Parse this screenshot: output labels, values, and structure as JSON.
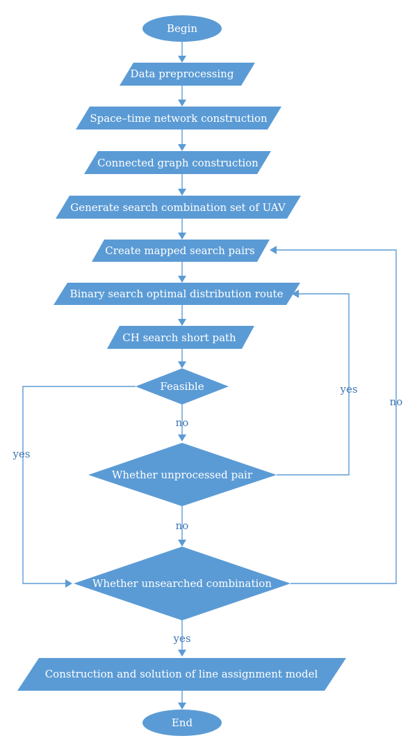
{
  "colors": {
    "shape_fill": "#5b9bd5",
    "shape_text": "#ffffff",
    "line": "#5b9bd5",
    "edge_label": "#3f76b0",
    "background": "#ffffff"
  },
  "nodes": {
    "begin": "Begin",
    "data_preprocessing": "Data preprocessing",
    "space_time_network": "Space–time network construction",
    "connected_graph": "Connected graph construction",
    "generate_search_combination": "Generate search combination set of UAV",
    "create_mapped_pairs": "Create mapped search pairs",
    "binary_search_route": "Binary search optimal distribution route",
    "ch_search_path": "CH search short path",
    "feasible": "Feasible",
    "whether_unprocessed_pair": "Whether unprocessed pair",
    "whether_unsearched_combination": "Whether unsearched combination",
    "construction_solution": "Construction and solution of line assignment model",
    "end": "End"
  },
  "edges": {
    "feasible_no": "no",
    "feasible_yes": "yes",
    "unprocessed_yes": "yes",
    "unprocessed_no": "no",
    "unsearched_yes": "yes",
    "unsearched_no": "no"
  }
}
